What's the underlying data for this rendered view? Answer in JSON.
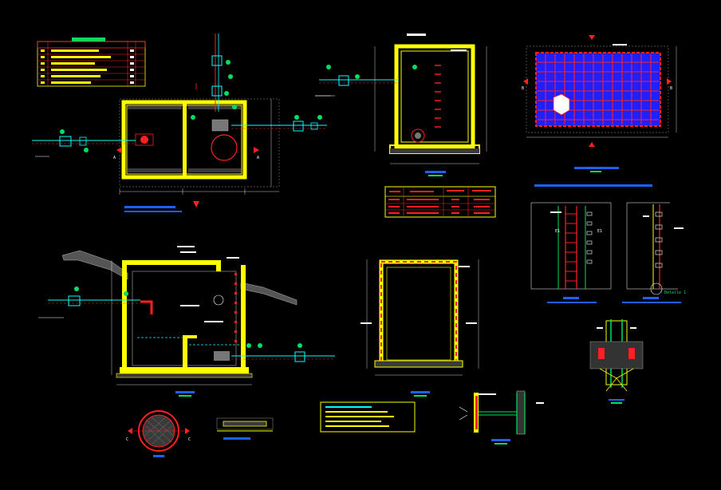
{
  "drawing": {
    "background": "#000000",
    "colors": {
      "wall": "#ffff00",
      "wall_alt": "#fff200",
      "pipe": "#00ffff",
      "red": "#ff2020",
      "white": "#ffffff",
      "blue": "#1f1fff",
      "green": "#00e060",
      "gray": "#9a9a9a",
      "soil": "#b8b8b8"
    },
    "views": [
      "plan-view",
      "section-a-a",
      "cover-plan",
      "section-b-b",
      "wall-section",
      "ladder-details",
      "section-c-c",
      "manhole-cover-plan",
      "cover-section",
      "notes-box",
      "pipe-wall-detail",
      "vent-detail",
      "legend-table"
    ],
    "section_marks": [
      "A",
      "A",
      "B",
      "B",
      "E1",
      "E1",
      "C",
      "C"
    ],
    "detail_mark": "Detalle 1"
  }
}
